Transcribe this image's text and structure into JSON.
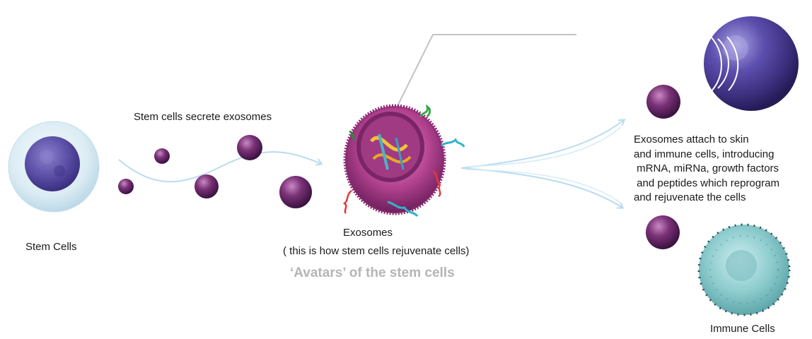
{
  "labels": {
    "stem_cells": "Stem Cells",
    "secrete": "Stem cells secrete exosomes",
    "exosomes": "Exosomes",
    "how": "( this is how stem cells rejuvenate cells)",
    "avatars": "‘Avatars’ of the stem cells",
    "attach_lines": [
      "Exosomes attach to skin",
      "and immune cells, introducing",
      " mRNA, miRNa, growth factors",
      " and peptides which reprogram",
      "and rejuvenate the cells"
    ],
    "immune_cells": "Immune Cells"
  },
  "colors": {
    "stem_halo": "#d6e9f3",
    "stem_nucleus": "#5c4fa8",
    "exosome_purple": "#6b2a6e",
    "arrow_blue": "#b9dcef",
    "connector_gray": "#c3c3c3",
    "skin_cell": "#4a3f8c",
    "immune_cell": "#8ecacc",
    "avatars_text": "#b5b5b5"
  }
}
